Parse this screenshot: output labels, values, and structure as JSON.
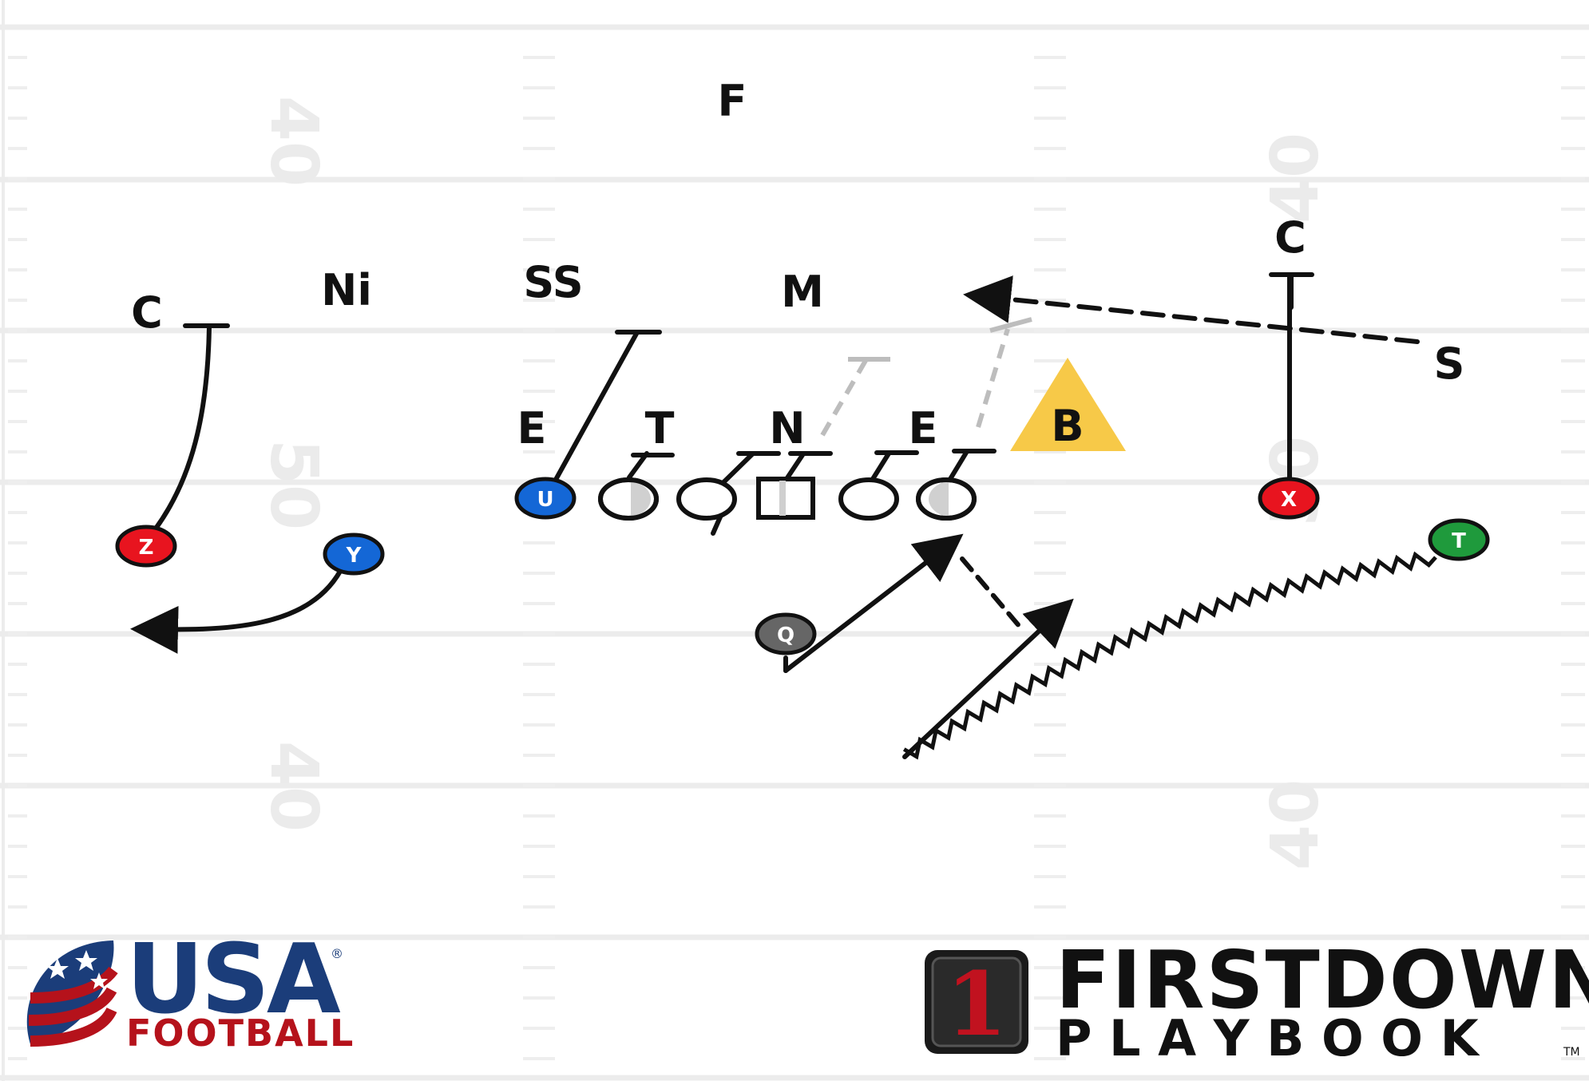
{
  "field": {
    "yard_numbers": {
      "top_left": "40",
      "top_right": "40",
      "middle_left": "50",
      "middle_right": "50",
      "bottom_left": "40",
      "bottom_right": "40"
    },
    "colors": {
      "line": "#ececec",
      "number": "#ebebeb"
    }
  },
  "defense": {
    "free_safety": "F",
    "corner_left": "C",
    "nickel": "Ni",
    "strong_safety": "SS",
    "mike": "M",
    "corner_right": "C",
    "safety_right": "S",
    "end_left": "E",
    "tackle": "T",
    "nose": "N",
    "end_right": "E",
    "blitzer": "B"
  },
  "offense": {
    "players": {
      "z": "Z",
      "y": "Y",
      "u": "U",
      "x": "X",
      "t": "T",
      "q": "Q"
    },
    "colors": {
      "red": "#e8141f",
      "blue": "#1467d6",
      "green": "#1f9a3c",
      "gray": "#666666",
      "blitz_triangle": "#f7c948"
    }
  },
  "logos": {
    "usa": {
      "main": "USA",
      "sub": "FOOTBALL",
      "registered": "®"
    },
    "firstdown": {
      "main": "FIRSTDOWN",
      "sub": "P L A Y B O O K",
      "number": "1",
      "trademark": "TM"
    }
  }
}
